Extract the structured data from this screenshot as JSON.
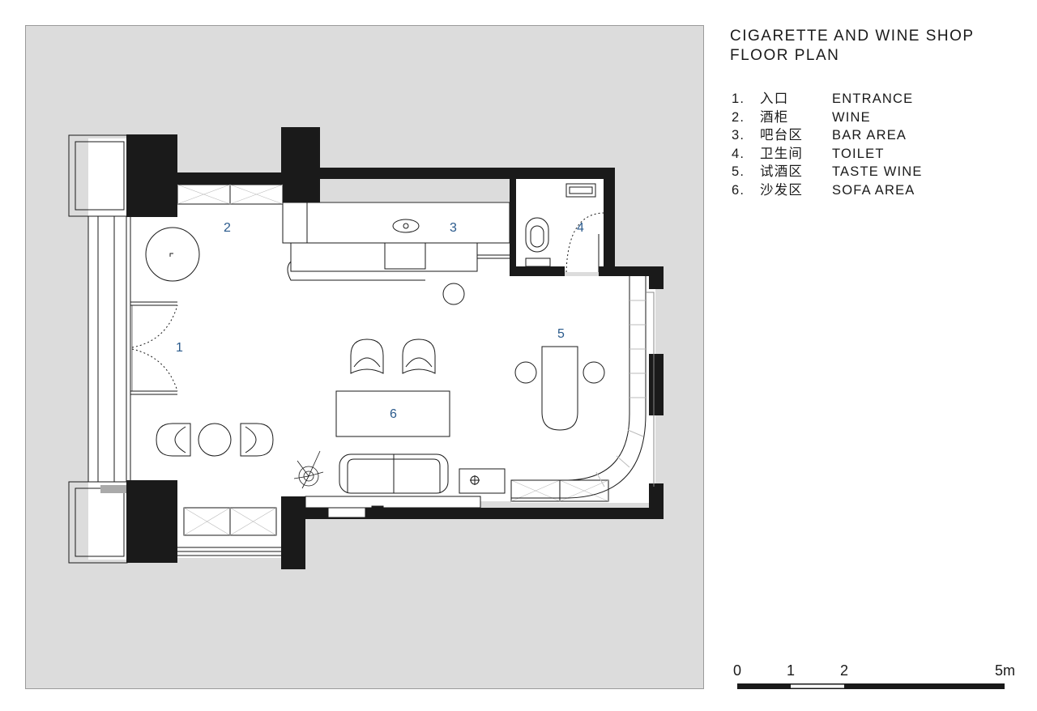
{
  "title": {
    "line1": "CIGARETTE AND WINE SHOP",
    "line2": "FLOOR PLAN"
  },
  "legend": [
    {
      "num": "1.",
      "cn": "入口",
      "en": "ENTRANCE"
    },
    {
      "num": "2.",
      "cn": "酒柜",
      "en": "WINE"
    },
    {
      "num": "3.",
      "cn": "吧台区",
      "en": "BAR AREA"
    },
    {
      "num": "4.",
      "cn": "卫生间",
      "en": "TOILET"
    },
    {
      "num": "5.",
      "cn": "试酒区",
      "en": "TASTE WINE"
    },
    {
      "num": "6.",
      "cn": "沙发区",
      "en": "SOFA AREA"
    }
  ],
  "room_labels": [
    "1",
    "2",
    "3",
    "4",
    "5",
    "6"
  ],
  "scale": {
    "labels": [
      "0",
      "1",
      "2",
      "5m"
    ]
  },
  "colors": {
    "panel": "#dcdcdc",
    "wall": "#1a1a1a",
    "label_blue": "#2a5a8c"
  }
}
